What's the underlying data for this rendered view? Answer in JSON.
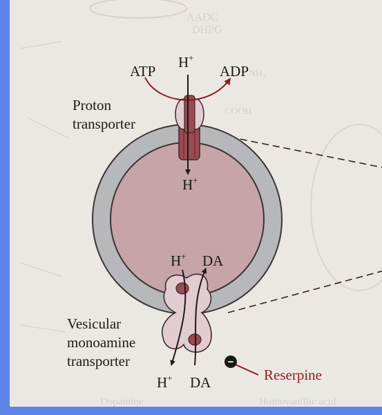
{
  "diagram": {
    "proton_transporter": {
      "line1": "Proton",
      "line2": "transporter",
      "atp": "ATP",
      "adp": "ADP",
      "h_top_base": "H",
      "h_top_sup": "+",
      "h_in_base": "H",
      "h_in_sup": "+"
    },
    "vmat": {
      "line1": "Vesicular",
      "line2": "monoamine",
      "line3": "transporter",
      "h_in_base": "H",
      "h_in_sup": "+",
      "da_in": "DA",
      "h_out_base": "H",
      "h_out_sup": "+",
      "da_out": "DA"
    },
    "inhibitor": {
      "symbol": "−",
      "label": "Reserpine"
    },
    "colors": {
      "vesicle_lumen": "#c6a4a9",
      "vesicle_membrane": "#b7b8bb",
      "protein": "#e2ccd2",
      "channel_core": "#9a4a50",
      "inhibitor_text": "#8a1e1e",
      "page_border": "#5b84e6"
    },
    "faded_background_text": [
      "AADC",
      "DHPG",
      "NH₂",
      "COOH",
      "Dopamine",
      "Homovanillic acid"
    ]
  }
}
